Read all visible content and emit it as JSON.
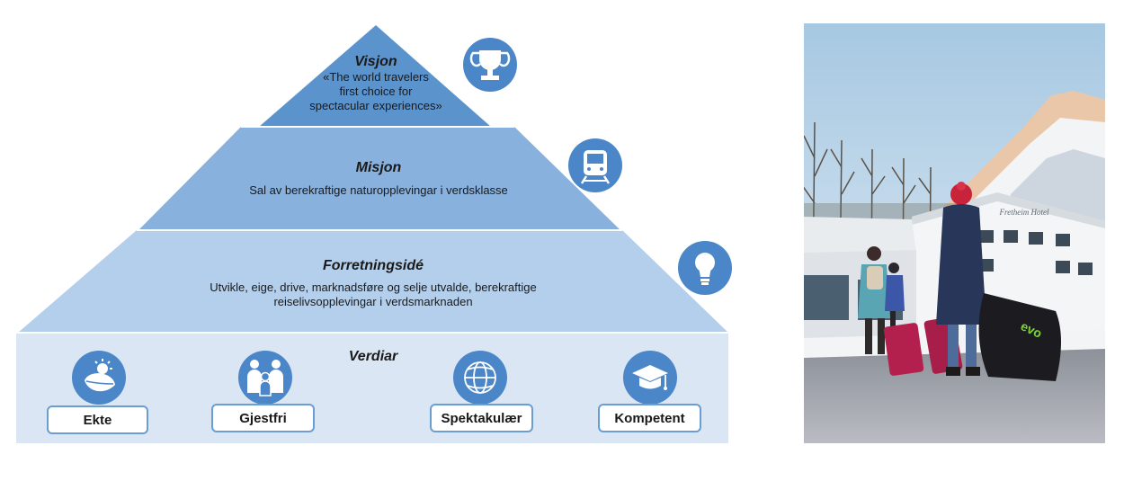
{
  "pyramid": {
    "visjon": {
      "title": "Visjon",
      "lines": [
        "«The world travelers",
        "first choice for",
        "spectacular experiences»"
      ],
      "icon": "trophy-icon"
    },
    "misjon": {
      "title": "Misjon",
      "text": "Sal av berekraftige naturopplevingar i verdsklasse",
      "icon": "train-icon"
    },
    "forretningside": {
      "title": "Forretningsidé",
      "lines": [
        "Utvikle, eige, drive, marknadsføre og selje utvalde, berekraftige",
        "reiselivsopplevingar i verdsmarknaden"
      ],
      "icon": "lightbulb-icon"
    },
    "verdiar": {
      "title": "Verdiar",
      "items": [
        {
          "label": "Ekte",
          "icon": "nature-leaf-sun-icon"
        },
        {
          "label": "Gjestfri",
          "icon": "family-icon"
        },
        {
          "label": "Spektakulær",
          "icon": "globe-icon"
        },
        {
          "label": "Kompetent",
          "icon": "graduation-cap-icon"
        }
      ]
    }
  },
  "colors": {
    "top": "#5b93cd",
    "middle": "#88b1dd",
    "lower": "#b4cfeb",
    "base": "#dbe6f4",
    "icon": "#4a86c8"
  },
  "photo": {
    "sign": "Fretheim Hotel",
    "bag": "evo"
  }
}
